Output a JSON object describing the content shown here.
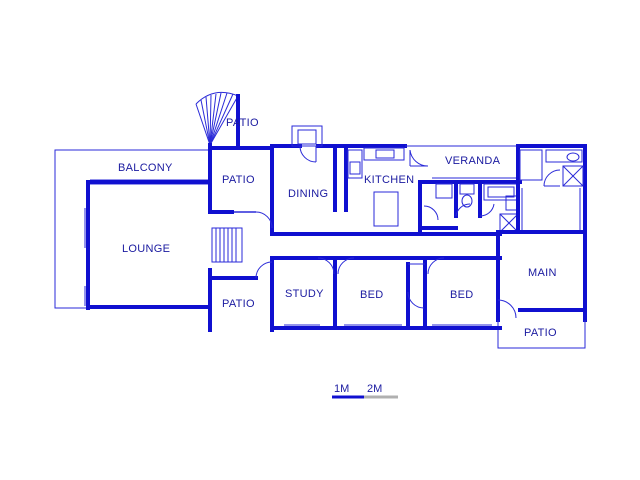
{
  "rooms": {
    "patio_top": "PATIO",
    "balcony": "BALCONY",
    "lounge": "LOUNGE",
    "patio_left_upper": "PATIO",
    "patio_left_lower": "PATIO",
    "dining": "DINING",
    "kitchen": "KITCHEN",
    "veranda": "VERANDA",
    "study": "STUDY",
    "bed_1": "BED",
    "bed_2": "BED",
    "main": "MAIN",
    "patio_bottom_right": "PATIO"
  },
  "scale": {
    "label_1": "1M",
    "label_2": "2M"
  },
  "colors": {
    "wall": "#1010d0",
    "text": "#1a1aa0",
    "scale_bar_light": "#b0b0b0"
  }
}
